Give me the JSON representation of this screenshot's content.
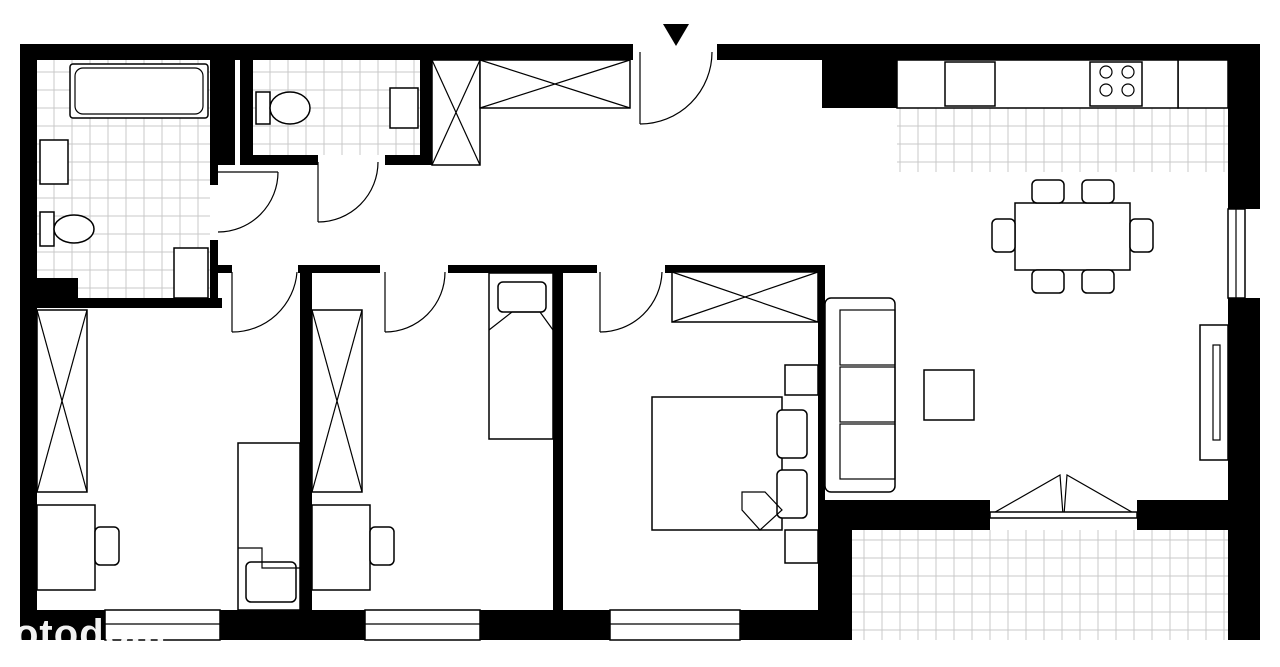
{
  "plan": {
    "type": "apartment floor plan",
    "entrance_marker": "triangle-down",
    "rooms": [
      "bathroom",
      "wc",
      "hall",
      "kitchen",
      "living-room",
      "bedroom-1",
      "bedroom-2",
      "bedroom-3",
      "balcony"
    ]
  },
  "watermark": {
    "text": "otodom"
  },
  "colors": {
    "wall": "#000000",
    "floor": "#ffffff",
    "tile": "#c8c8c8"
  }
}
